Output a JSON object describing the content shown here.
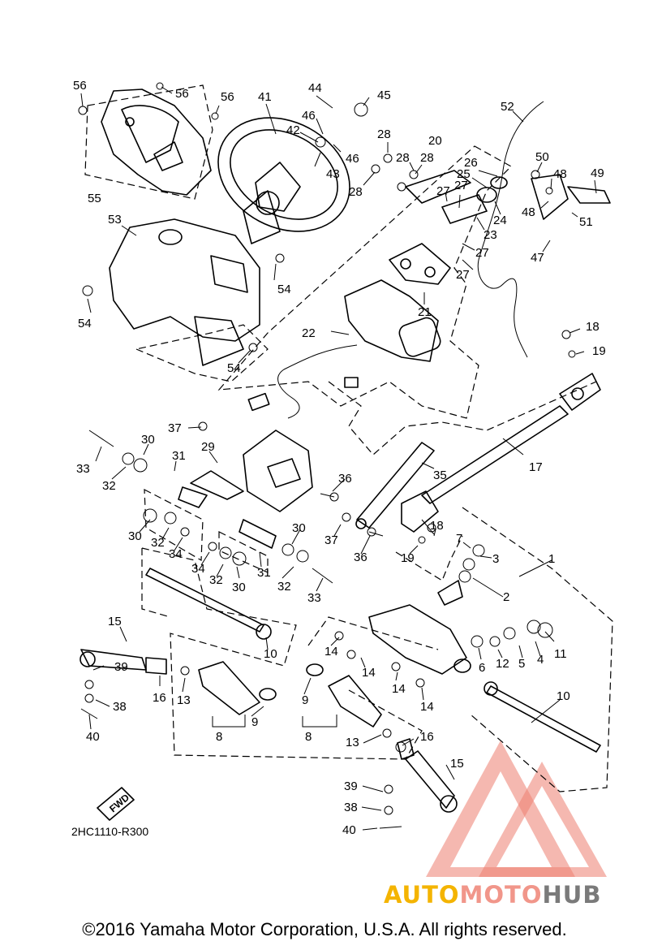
{
  "diagram": {
    "drawing_code": "2HC1110-R300",
    "fwd_label": "FWD",
    "copyright": "©2016 Yamaha Motor Corporation, U.S.A. All rights reserved.",
    "watermark": {
      "part1": "AUTO",
      "part2": "MOTO",
      "part3": "HUB"
    },
    "colors": {
      "watermark_red": "#e8533f",
      "watermark_yellow": "#f4b400",
      "watermark_grey": "#7a7a7a"
    },
    "callouts": [
      {
        "id": "c56a",
        "label": "56"
      },
      {
        "id": "c56b",
        "label": "56"
      },
      {
        "id": "c56c",
        "label": "56"
      },
      {
        "id": "c41",
        "label": "41"
      },
      {
        "id": "c44",
        "label": "44"
      },
      {
        "id": "c45",
        "label": "45"
      },
      {
        "id": "c46a",
        "label": "46"
      },
      {
        "id": "c42",
        "label": "42"
      },
      {
        "id": "c46b",
        "label": "46"
      },
      {
        "id": "c43",
        "label": "43"
      },
      {
        "id": "c52",
        "label": "52"
      },
      {
        "id": "c28a",
        "label": "28"
      },
      {
        "id": "c20",
        "label": "20"
      },
      {
        "id": "c28b",
        "label": "28"
      },
      {
        "id": "c28c",
        "label": "28"
      },
      {
        "id": "c28d",
        "label": "28"
      },
      {
        "id": "c26",
        "label": "26"
      },
      {
        "id": "c25",
        "label": "25"
      },
      {
        "id": "c50",
        "label": "50"
      },
      {
        "id": "c48a",
        "label": "48"
      },
      {
        "id": "c49",
        "label": "49"
      },
      {
        "id": "c55",
        "label": "55"
      },
      {
        "id": "c27a",
        "label": "27"
      },
      {
        "id": "c27b",
        "label": "27"
      },
      {
        "id": "c24",
        "label": "24"
      },
      {
        "id": "c48b",
        "label": "48"
      },
      {
        "id": "c51",
        "label": "51"
      },
      {
        "id": "c53",
        "label": "53"
      },
      {
        "id": "c23",
        "label": "23"
      },
      {
        "id": "c27c",
        "label": "27"
      },
      {
        "id": "c47",
        "label": "47"
      },
      {
        "id": "c54a",
        "label": "54"
      },
      {
        "id": "c27d",
        "label": "27"
      },
      {
        "id": "c54b",
        "label": "54"
      },
      {
        "id": "c21",
        "label": "21"
      },
      {
        "id": "c22",
        "label": "22"
      },
      {
        "id": "c18a",
        "label": "18"
      },
      {
        "id": "c19a",
        "label": "19"
      },
      {
        "id": "c54c",
        "label": "54"
      },
      {
        "id": "c37a",
        "label": "37"
      },
      {
        "id": "c30a",
        "label": "30"
      },
      {
        "id": "c29",
        "label": "29"
      },
      {
        "id": "c31a",
        "label": "31"
      },
      {
        "id": "c33a",
        "label": "33"
      },
      {
        "id": "c17",
        "label": "17"
      },
      {
        "id": "c32a",
        "label": "32"
      },
      {
        "id": "c35",
        "label": "35"
      },
      {
        "id": "c36a",
        "label": "36"
      },
      {
        "id": "c30b",
        "label": "30"
      },
      {
        "id": "c32b",
        "label": "32"
      },
      {
        "id": "c34a",
        "label": "34"
      },
      {
        "id": "c37b",
        "label": "37"
      },
      {
        "id": "c18b",
        "label": "18"
      },
      {
        "id": "c30c",
        "label": "30"
      },
      {
        "id": "c7",
        "label": "7"
      },
      {
        "id": "c19b",
        "label": "19"
      },
      {
        "id": "c36b",
        "label": "36"
      },
      {
        "id": "c1",
        "label": "1"
      },
      {
        "id": "c34b",
        "label": "34"
      },
      {
        "id": "c3",
        "label": "3"
      },
      {
        "id": "c32c",
        "label": "32"
      },
      {
        "id": "c30d",
        "label": "30"
      },
      {
        "id": "c31b",
        "label": "31"
      },
      {
        "id": "c32d",
        "label": "32"
      },
      {
        "id": "c33b",
        "label": "33"
      },
      {
        "id": "c2",
        "label": "2"
      },
      {
        "id": "c15a",
        "label": "15"
      },
      {
        "id": "c10a",
        "label": "10"
      },
      {
        "id": "c14a",
        "label": "14"
      },
      {
        "id": "c11",
        "label": "11"
      },
      {
        "id": "c6",
        "label": "6"
      },
      {
        "id": "c12",
        "label": "12"
      },
      {
        "id": "c5",
        "label": "5"
      },
      {
        "id": "c4",
        "label": "4"
      },
      {
        "id": "c14b",
        "label": "14"
      },
      {
        "id": "c39a",
        "label": "39"
      },
      {
        "id": "c16a",
        "label": "16"
      },
      {
        "id": "c14c",
        "label": "14"
      },
      {
        "id": "c10b",
        "label": "10"
      },
      {
        "id": "c38a",
        "label": "38"
      },
      {
        "id": "c13a",
        "label": "13"
      },
      {
        "id": "c9a",
        "label": "9"
      },
      {
        "id": "c14d",
        "label": "14"
      },
      {
        "id": "c9b",
        "label": "9"
      },
      {
        "id": "c40a",
        "label": "40"
      },
      {
        "id": "c8a",
        "label": "8"
      },
      {
        "id": "c8b",
        "label": "8"
      },
      {
        "id": "c13b",
        "label": "13"
      },
      {
        "id": "c16b",
        "label": "16"
      },
      {
        "id": "c15b",
        "label": "15"
      },
      {
        "id": "c39b",
        "label": "39"
      },
      {
        "id": "c38b",
        "label": "38"
      },
      {
        "id": "c40b",
        "label": "40"
      }
    ]
  }
}
